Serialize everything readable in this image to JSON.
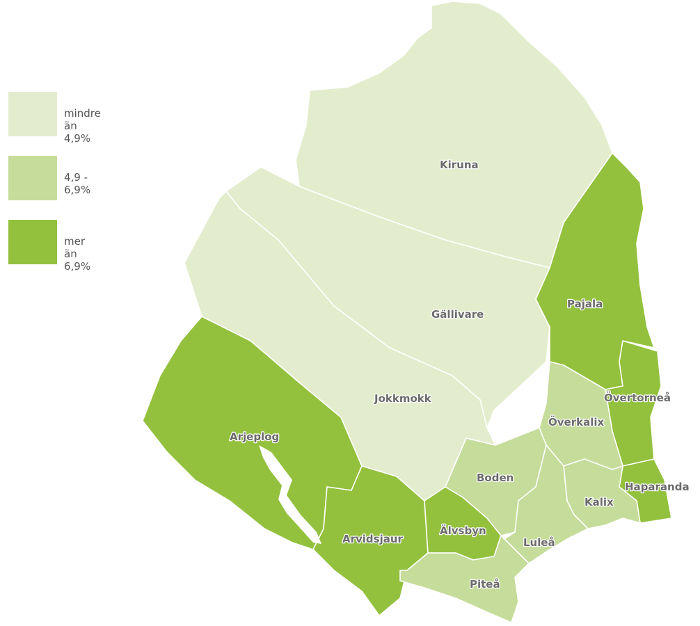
{
  "legend": {
    "items": [
      {
        "label": "mindre än 4,9%",
        "color": "#e3edcd"
      },
      {
        "label": "4,9 - 6,9%",
        "color": "#c5dc9a"
      },
      {
        "label": "mer än 6,9%",
        "color": "#93c13e"
      }
    ]
  },
  "municipalities": [
    {
      "name": "Kiruna",
      "category": "low"
    },
    {
      "name": "Gällivare",
      "category": "low"
    },
    {
      "name": "Jokkmokk",
      "category": "low"
    },
    {
      "name": "Pajala",
      "category": "high"
    },
    {
      "name": "Övertorneå",
      "category": "high"
    },
    {
      "name": "Överkalix",
      "category": "mid"
    },
    {
      "name": "Arjeplog",
      "category": "high"
    },
    {
      "name": "Boden",
      "category": "mid"
    },
    {
      "name": "Haparanda",
      "category": "high"
    },
    {
      "name": "Kalix",
      "category": "mid"
    },
    {
      "name": "Arvidsjaur",
      "category": "high"
    },
    {
      "name": "Älvsbyn",
      "category": "high"
    },
    {
      "name": "Luleå",
      "category": "mid"
    },
    {
      "name": "Piteå",
      "category": "mid"
    }
  ],
  "colors": {
    "low": "#e3edcd",
    "mid": "#c5dc9a",
    "high": "#93c13e"
  }
}
